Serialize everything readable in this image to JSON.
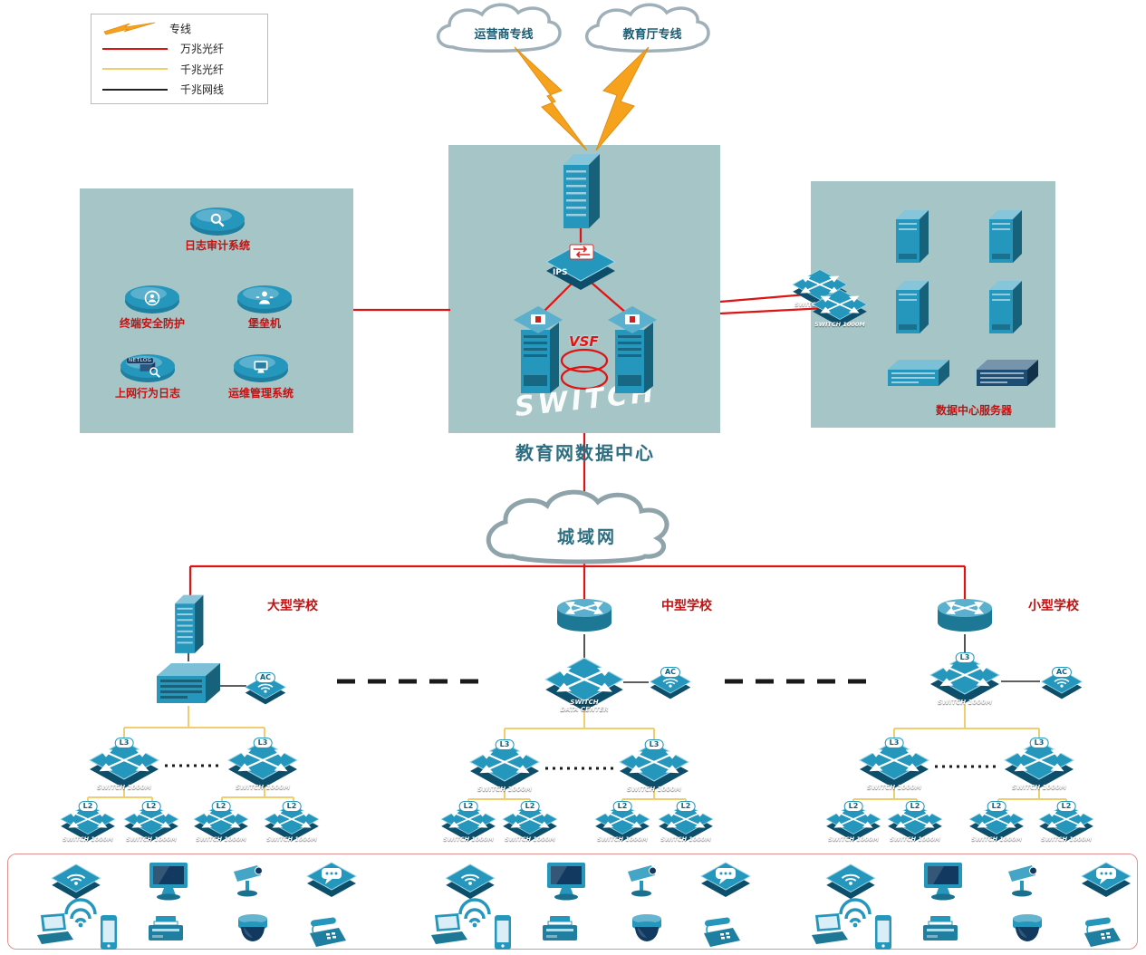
{
  "legend": {
    "items": [
      {
        "label": "专线"
      },
      {
        "label": "万兆光纤"
      },
      {
        "label": "千兆光纤"
      },
      {
        "label": "千兆网线"
      }
    ]
  },
  "top": {
    "carrier_cloud": "运营商专线",
    "edu_cloud": "教育厅专线"
  },
  "data_center": {
    "title": "教育网数据中心",
    "vsf": "VSF",
    "ips": "IPS",
    "watermark": "SWITCH"
  },
  "security_zone": {
    "items": [
      {
        "label": "日志审计系统"
      },
      {
        "label": "终端安全防护"
      },
      {
        "label": "堡垒机"
      },
      {
        "label": "上网行为日志",
        "badge": "NETLOG"
      },
      {
        "label": "运维管理系统"
      }
    ]
  },
  "server_zone": {
    "title": "数据中心服务器",
    "switch_label_top": "SWITCH 1000M",
    "switch_label_bottom": "SWITCH 1000M"
  },
  "man_cloud": "城域网",
  "schools": [
    {
      "name": "大型学校",
      "ac": "AC",
      "l3": [
        {
          "tag": "L3",
          "label": "SWITCH 1000M"
        },
        {
          "tag": "L3",
          "label": "SWITCH 1000M"
        }
      ],
      "l2": [
        {
          "tag": "L2",
          "label": "SWITCH 1000M"
        },
        {
          "tag": "L2",
          "label": "SWITCH 1000M"
        },
        {
          "tag": "L2",
          "label": "SWITCH 1000M"
        },
        {
          "tag": "L2",
          "label": "SWITCH 1000M"
        }
      ]
    },
    {
      "name": "中型学校",
      "ac": "AC",
      "core_line1": "SWITCH",
      "core_line2": "DATA CENTER",
      "l3": [
        {
          "tag": "L3",
          "label": "SWITCH 1000M"
        },
        {
          "tag": "L3",
          "label": "SWITCH 1000M"
        }
      ],
      "l2": [
        {
          "tag": "L2",
          "label": "SWITCH 1000M"
        },
        {
          "tag": "L2",
          "label": "SWITCH 1000M"
        },
        {
          "tag": "L2",
          "label": "SWITCH 1000M"
        },
        {
          "tag": "L2",
          "label": "SWITCH 1000M"
        }
      ]
    },
    {
      "name": "小型学校",
      "ac": "AC",
      "core_tag": "L3",
      "core_label": "SWITCH 1000M",
      "l3": [
        {
          "tag": "L3",
          "label": "SWITCH 1000M"
        },
        {
          "tag": "L3",
          "label": "SWITCH 1000M"
        }
      ],
      "l2": [
        {
          "tag": "L2",
          "label": "SWITCH 1000M"
        },
        {
          "tag": "L2",
          "label": "SWITCH 1000M"
        },
        {
          "tag": "L2",
          "label": "SWITCH 1000M"
        },
        {
          "tag": "L2",
          "label": "SWITCH 1000M"
        }
      ]
    }
  ]
}
